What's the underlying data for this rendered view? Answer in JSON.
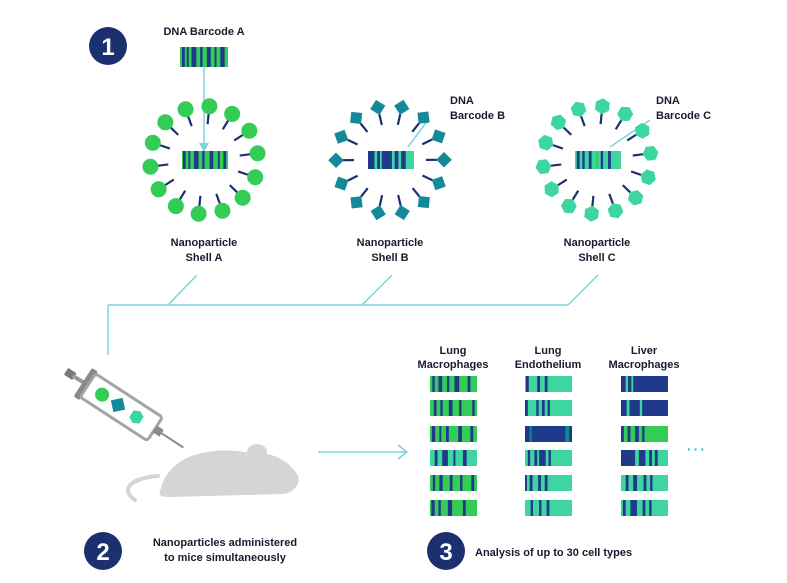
{
  "colors": {
    "navy": "#1c2f6e",
    "green": "#33cc55",
    "teal": "#14899a",
    "mint": "#3dd6a0",
    "barcode_dark": "#1f3a8a",
    "line": "#7fd3dc",
    "mouse": "#d4d5d6"
  },
  "step1": {
    "number": "1",
    "barcode_label": "DNA Barcode A"
  },
  "shell_a": {
    "label_line1": "Nanoparticle",
    "label_line2": "Shell A",
    "icon": "circle-ligand-icon"
  },
  "shell_b": {
    "label_line1": "Nanoparticle",
    "label_line2": "Shell B",
    "barcode_line1": "DNA",
    "barcode_line2": "Barcode B",
    "icon": "diamond-ligand-icon"
  },
  "shell_c": {
    "label_line1": "Nanoparticle",
    "label_line2": "Shell C",
    "barcode_line1": "DNA",
    "barcode_line2": "Barcode C",
    "icon": "hexagon-ligand-icon"
  },
  "step2": {
    "number": "2",
    "line1": "Nanoparticles administered",
    "line2": "to mice simultaneously"
  },
  "step3": {
    "number": "3",
    "text": "Analysis of up to 30 cell types"
  },
  "columns": [
    {
      "line1": "Lung",
      "line2": "Macrophages"
    },
    {
      "line1": "Lung",
      "line2": "Endothelium"
    },
    {
      "line1": "Liver",
      "line2": "Macrophages"
    }
  ],
  "ellipsis": "···"
}
